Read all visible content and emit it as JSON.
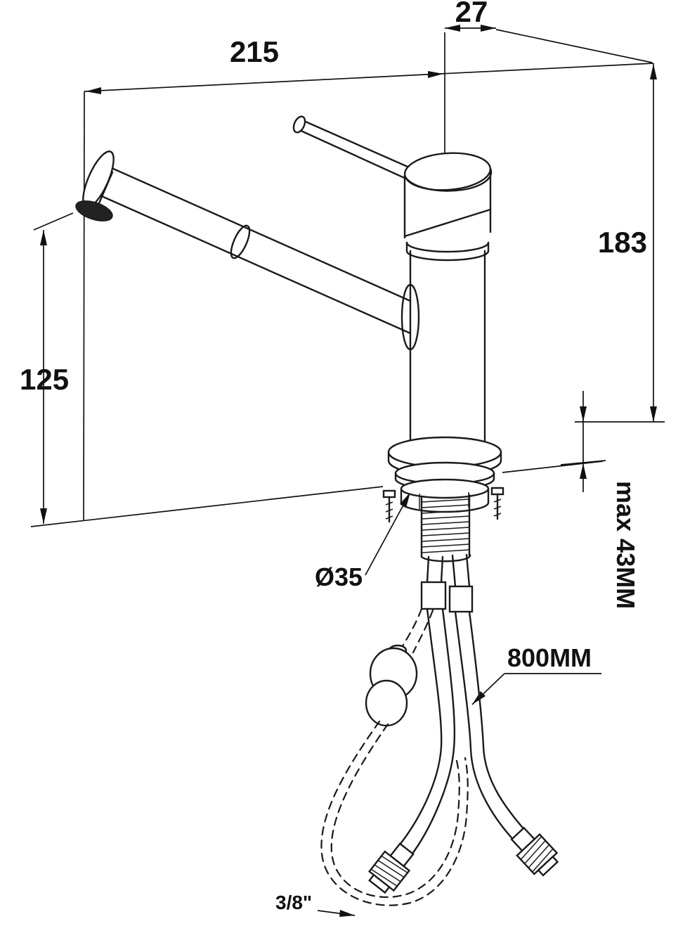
{
  "page": {
    "background": "#ffffff",
    "line_color": "#1a1a1a"
  },
  "drawing": {
    "type": "technical-drawing",
    "subject": "kitchen mixer faucet with pull-out spray, mounting hardware and supply hoses",
    "labels": {
      "spout_reach": "215",
      "body_top_width": "27",
      "overall_height": "183",
      "spout_height": "125",
      "mounting_hole_diameter": "Ø35",
      "max_counter_thickness": "max 43MM",
      "hose_length": "800MM",
      "hose_connection": "3/8\""
    }
  }
}
